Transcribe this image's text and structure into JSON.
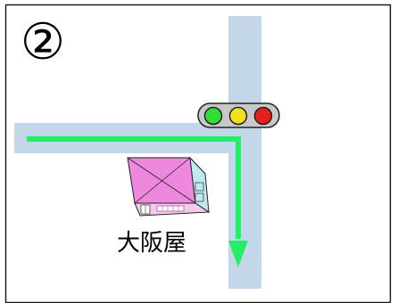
{
  "panel_number": "②",
  "landmark": {
    "label": "大阪屋",
    "icon": "store-building-icon"
  },
  "traffic_light": {
    "icon": "traffic-light-icon",
    "lamps": [
      "green",
      "yellow",
      "red"
    ]
  },
  "route": {
    "icon": "route-arrow-icon",
    "direction_sequence": [
      "east",
      "turn-right",
      "south"
    ]
  },
  "colors": {
    "road": "#c4d6ea",
    "route": "#22ee66",
    "lamp_green": "#33dd33",
    "lamp_yellow": "#f0e020",
    "lamp_red": "#e8201c",
    "signal_body": "#c8c8c8",
    "building_roof": "#ee88dd",
    "building_side": "#bfe8f2",
    "frame": "#111111"
  }
}
